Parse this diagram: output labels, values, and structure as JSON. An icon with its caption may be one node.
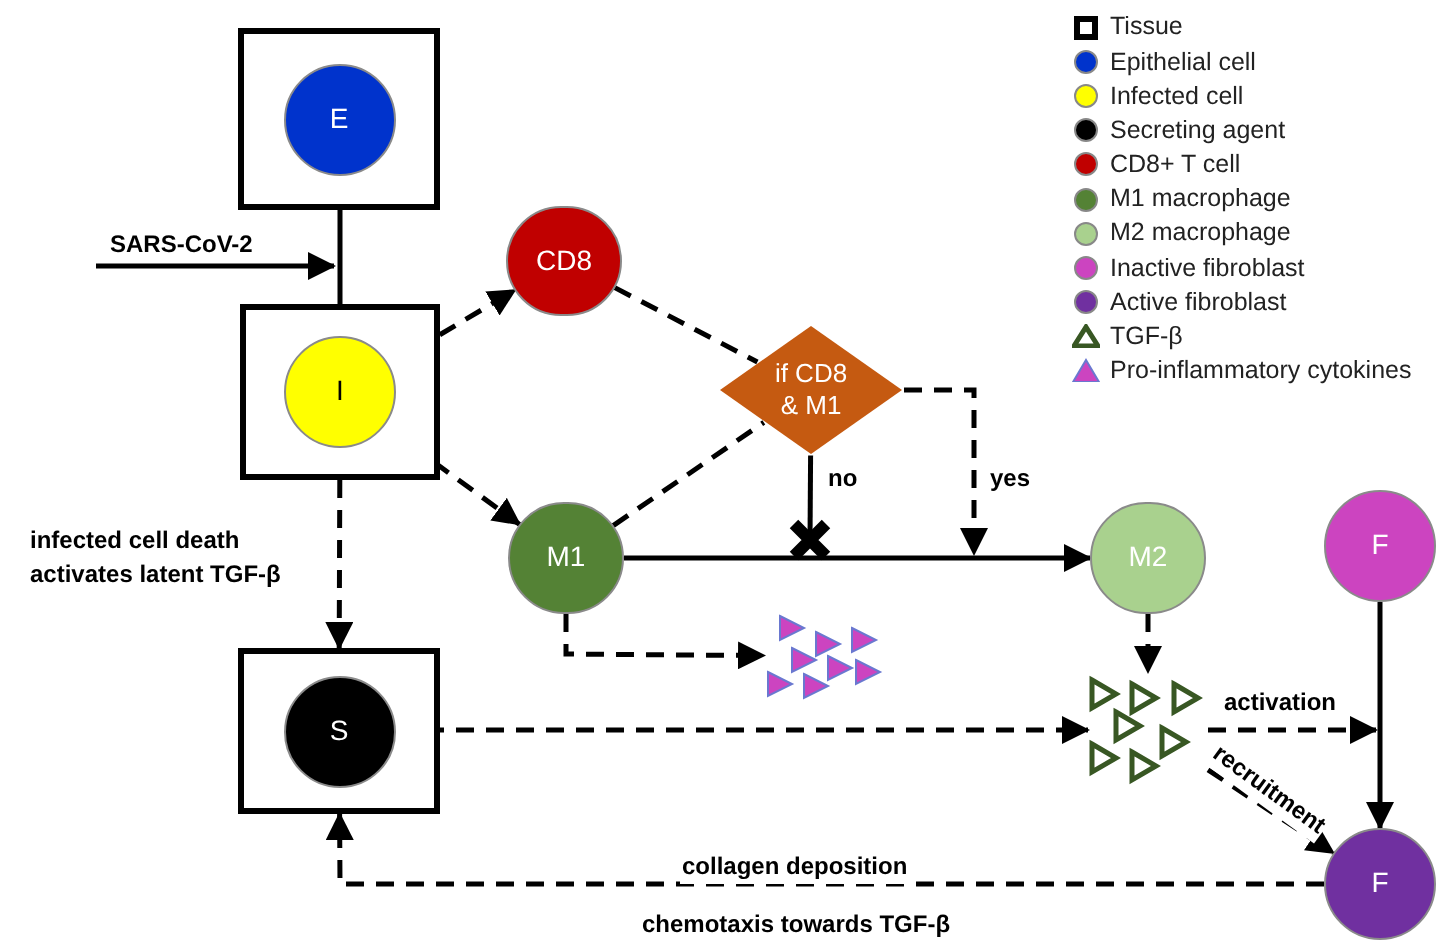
{
  "diagram": {
    "nodes": [
      {
        "text": [],
        "shape": "box"
      },
      {
        "text": [
          "E"
        ],
        "in": 0
      },
      {
        "text": [],
        "shape": "box"
      },
      {
        "text": [
          "I"
        ],
        "in": 2
      },
      {
        "text": [
          "CD8"
        ]
      },
      {
        "text": [
          "if CD8 & M1"
        ]
      },
      {
        "text": [
          "M1"
        ]
      },
      {
        "text": [
          "M2"
        ]
      },
      {
        "text": [
          "F"
        ]
      },
      {
        "text": [],
        "shape": "box"
      },
      {
        "text": [
          "S"
        ],
        "in": 9
      },
      {
        "text": [],
        "shape": "triangle"
      },
      {
        "text": [],
        "shape": "triangle"
      },
      {
        "text": [
          "F"
        ]
      }
    ],
    "edges": [
      {
        "from": 1,
        "to": 3,
        "arrow": "to"
      },
      {
        "from": null,
        "to": 3,
        "arrow": "to",
        "label": "SARS-CoV-2"
      },
      {
        "from": 3,
        "to": 4,
        "arrow": "to",
        "style": "dashed"
      },
      {
        "from": 3,
        "to": 6,
        "arrow": "to",
        "style": "dashed"
      },
      {
        "from": 2,
        "to": 9,
        "arrow": "to",
        "style": "dashed",
        "label": "infected cell death activates latent TGF-β"
      },
      {
        "from": 4,
        "to": 5,
        "arrow": "none",
        "style": "dashed"
      },
      {
        "from": 6,
        "to": 5,
        "arrow": "none",
        "style": "dashed"
      },
      {
        "from": 6,
        "to": 7,
        "arrow": "to"
      },
      {
        "from": 5,
        "to": null,
        "arrow": "other",
        "label": "no"
      },
      {
        "from": 5,
        "to": null,
        "arrow": "to",
        "style": "dashed",
        "label": "yes"
      },
      {
        "from": 6,
        "to": 11,
        "arrow": "to",
        "style": "dashed"
      },
      {
        "from": 10,
        "to": 12,
        "arrow": "to",
        "style": "dashed"
      },
      {
        "from": 7,
        "to": 12,
        "arrow": "to",
        "style": "dashed"
      },
      {
        "from": 12,
        "to": null,
        "arrow": "to",
        "style": "dashed",
        "label": "activation"
      },
      {
        "from": 12,
        "to": 13,
        "arrow": "to",
        "style": "dashed",
        "label": "recruitment"
      },
      {
        "from": 8,
        "to": 13,
        "arrow": "to"
      },
      {
        "from": 13,
        "to": 9,
        "arrow": "to",
        "style": "dashed",
        "label": "collagen deposition"
      }
    ],
    "labels": [
      "chemotaxis towards TGF-β"
    ],
    "legend": [
      {
        "text": "Tissue"
      },
      {
        "text": "Epithelial cell",
        "color": "#0033cc"
      },
      {
        "text": "Infected cell",
        "color": "#ffff00"
      },
      {
        "text": "Secreting agent",
        "color": "#000000"
      },
      {
        "text": "CD8+ T cell",
        "color": "#c00000"
      },
      {
        "text": "M1 macrophage",
        "color": "#548235"
      },
      {
        "text": "M2 macrophage",
        "color": "#a9d18e"
      },
      {
        "text": "Inactive fibroblast",
        "color": "#cc44c0"
      },
      {
        "text": "Active fibroblast",
        "color": "#7030a0"
      },
      {
        "text": "TGF-β"
      },
      {
        "text": "Pro-inflammatory cytokines"
      }
    ]
  }
}
